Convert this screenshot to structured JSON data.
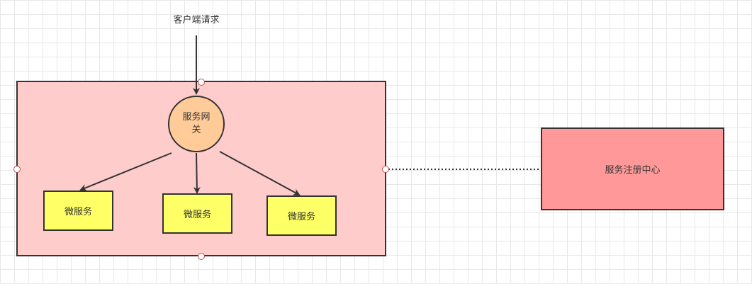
{
  "request_label": "客户端请求",
  "gateway_label": "服务网\n关",
  "microservices": [
    {
      "label": "微服务"
    },
    {
      "label": "微服务"
    },
    {
      "label": "微服务"
    }
  ],
  "registry_label": "服务注册中心",
  "colors": {
    "container_fill": "#ffcccc",
    "gateway_fill": "#ffcc99",
    "service_fill": "#ffff66",
    "registry_fill": "#ff9999",
    "stroke": "#333333"
  }
}
